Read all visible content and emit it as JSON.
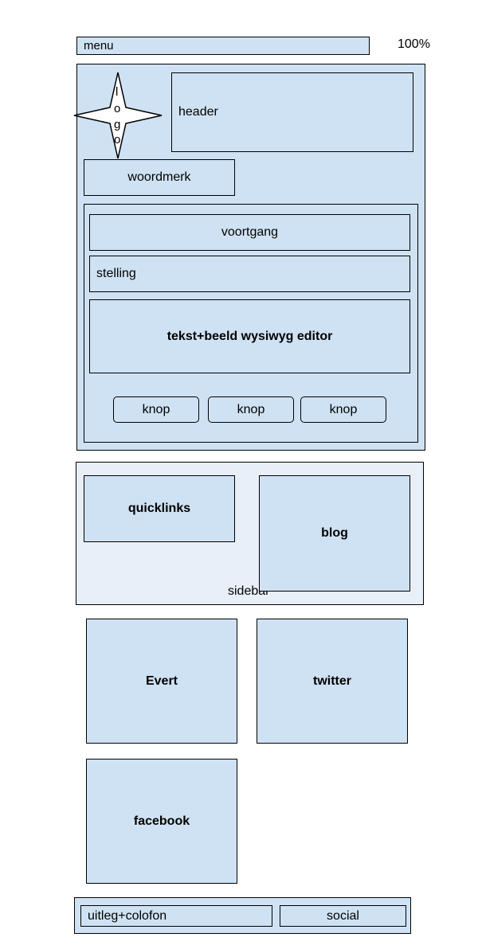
{
  "menu": {
    "label": "menu",
    "zoom": "100%"
  },
  "top_panel": {
    "logo_letters": [
      "l",
      "o",
      "g",
      "o"
    ],
    "header_label": "header",
    "wordmark_label": "woordmerk",
    "editor_panel": {
      "progress_label": "voortgang",
      "statement_label": "stelling",
      "editor_label": "tekst+beeld wysiwyg editor",
      "buttons": [
        "knop",
        "knop",
        "knop"
      ]
    }
  },
  "sidebar": {
    "label": "sidebar",
    "quicklinks_label": "quicklinks",
    "blog_label": "blog"
  },
  "social_boxes": {
    "evert_label": "Evert",
    "twitter_label": "twitter",
    "facebook_label": "facebook"
  },
  "footer": {
    "colofon_label": "uitleg+colofon",
    "social_label": "social"
  },
  "colors": {
    "box_fill": "#cfe2f3",
    "sidebar_fill": "#e8eff9",
    "stroke": "#000000"
  }
}
